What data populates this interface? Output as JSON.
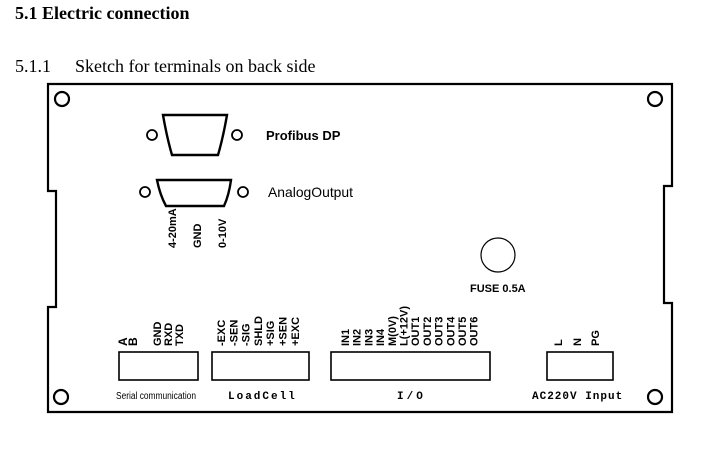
{
  "section": {
    "number": "5.1",
    "title": "Electric connection",
    "heading": "5.1 Electric connection"
  },
  "subsection": {
    "number": "5.1.1",
    "title": "Sketch for terminals on back side"
  },
  "panel": {
    "profibus_label": "Profibus DP",
    "analog_label": "AnalogOutput",
    "analog_pins": [
      "4-20mA",
      "GND",
      "0-10V"
    ],
    "fuse_label": "FUSE 0.5A",
    "serial": {
      "pins": [
        "A",
        "B",
        "GND",
        "RXD",
        "TXD"
      ],
      "label": "Serial communication"
    },
    "loadcell": {
      "pins": [
        "-EXC",
        "-SEN",
        "-SIG",
        "SHLD",
        "+SIG",
        "+SEN",
        "+EXC"
      ],
      "label": "LoadCell"
    },
    "io": {
      "pins": [
        "IN1",
        "IN2",
        "IN3",
        "IN4",
        "M(0V)",
        "L(+12V)",
        "OUT1",
        "OUT2",
        "OUT3",
        "OUT4",
        "OUT5",
        "OUT6"
      ],
      "label": "I/O"
    },
    "power": {
      "pins": [
        "L",
        "N",
        "PG"
      ],
      "label": "AC220V Input"
    }
  }
}
